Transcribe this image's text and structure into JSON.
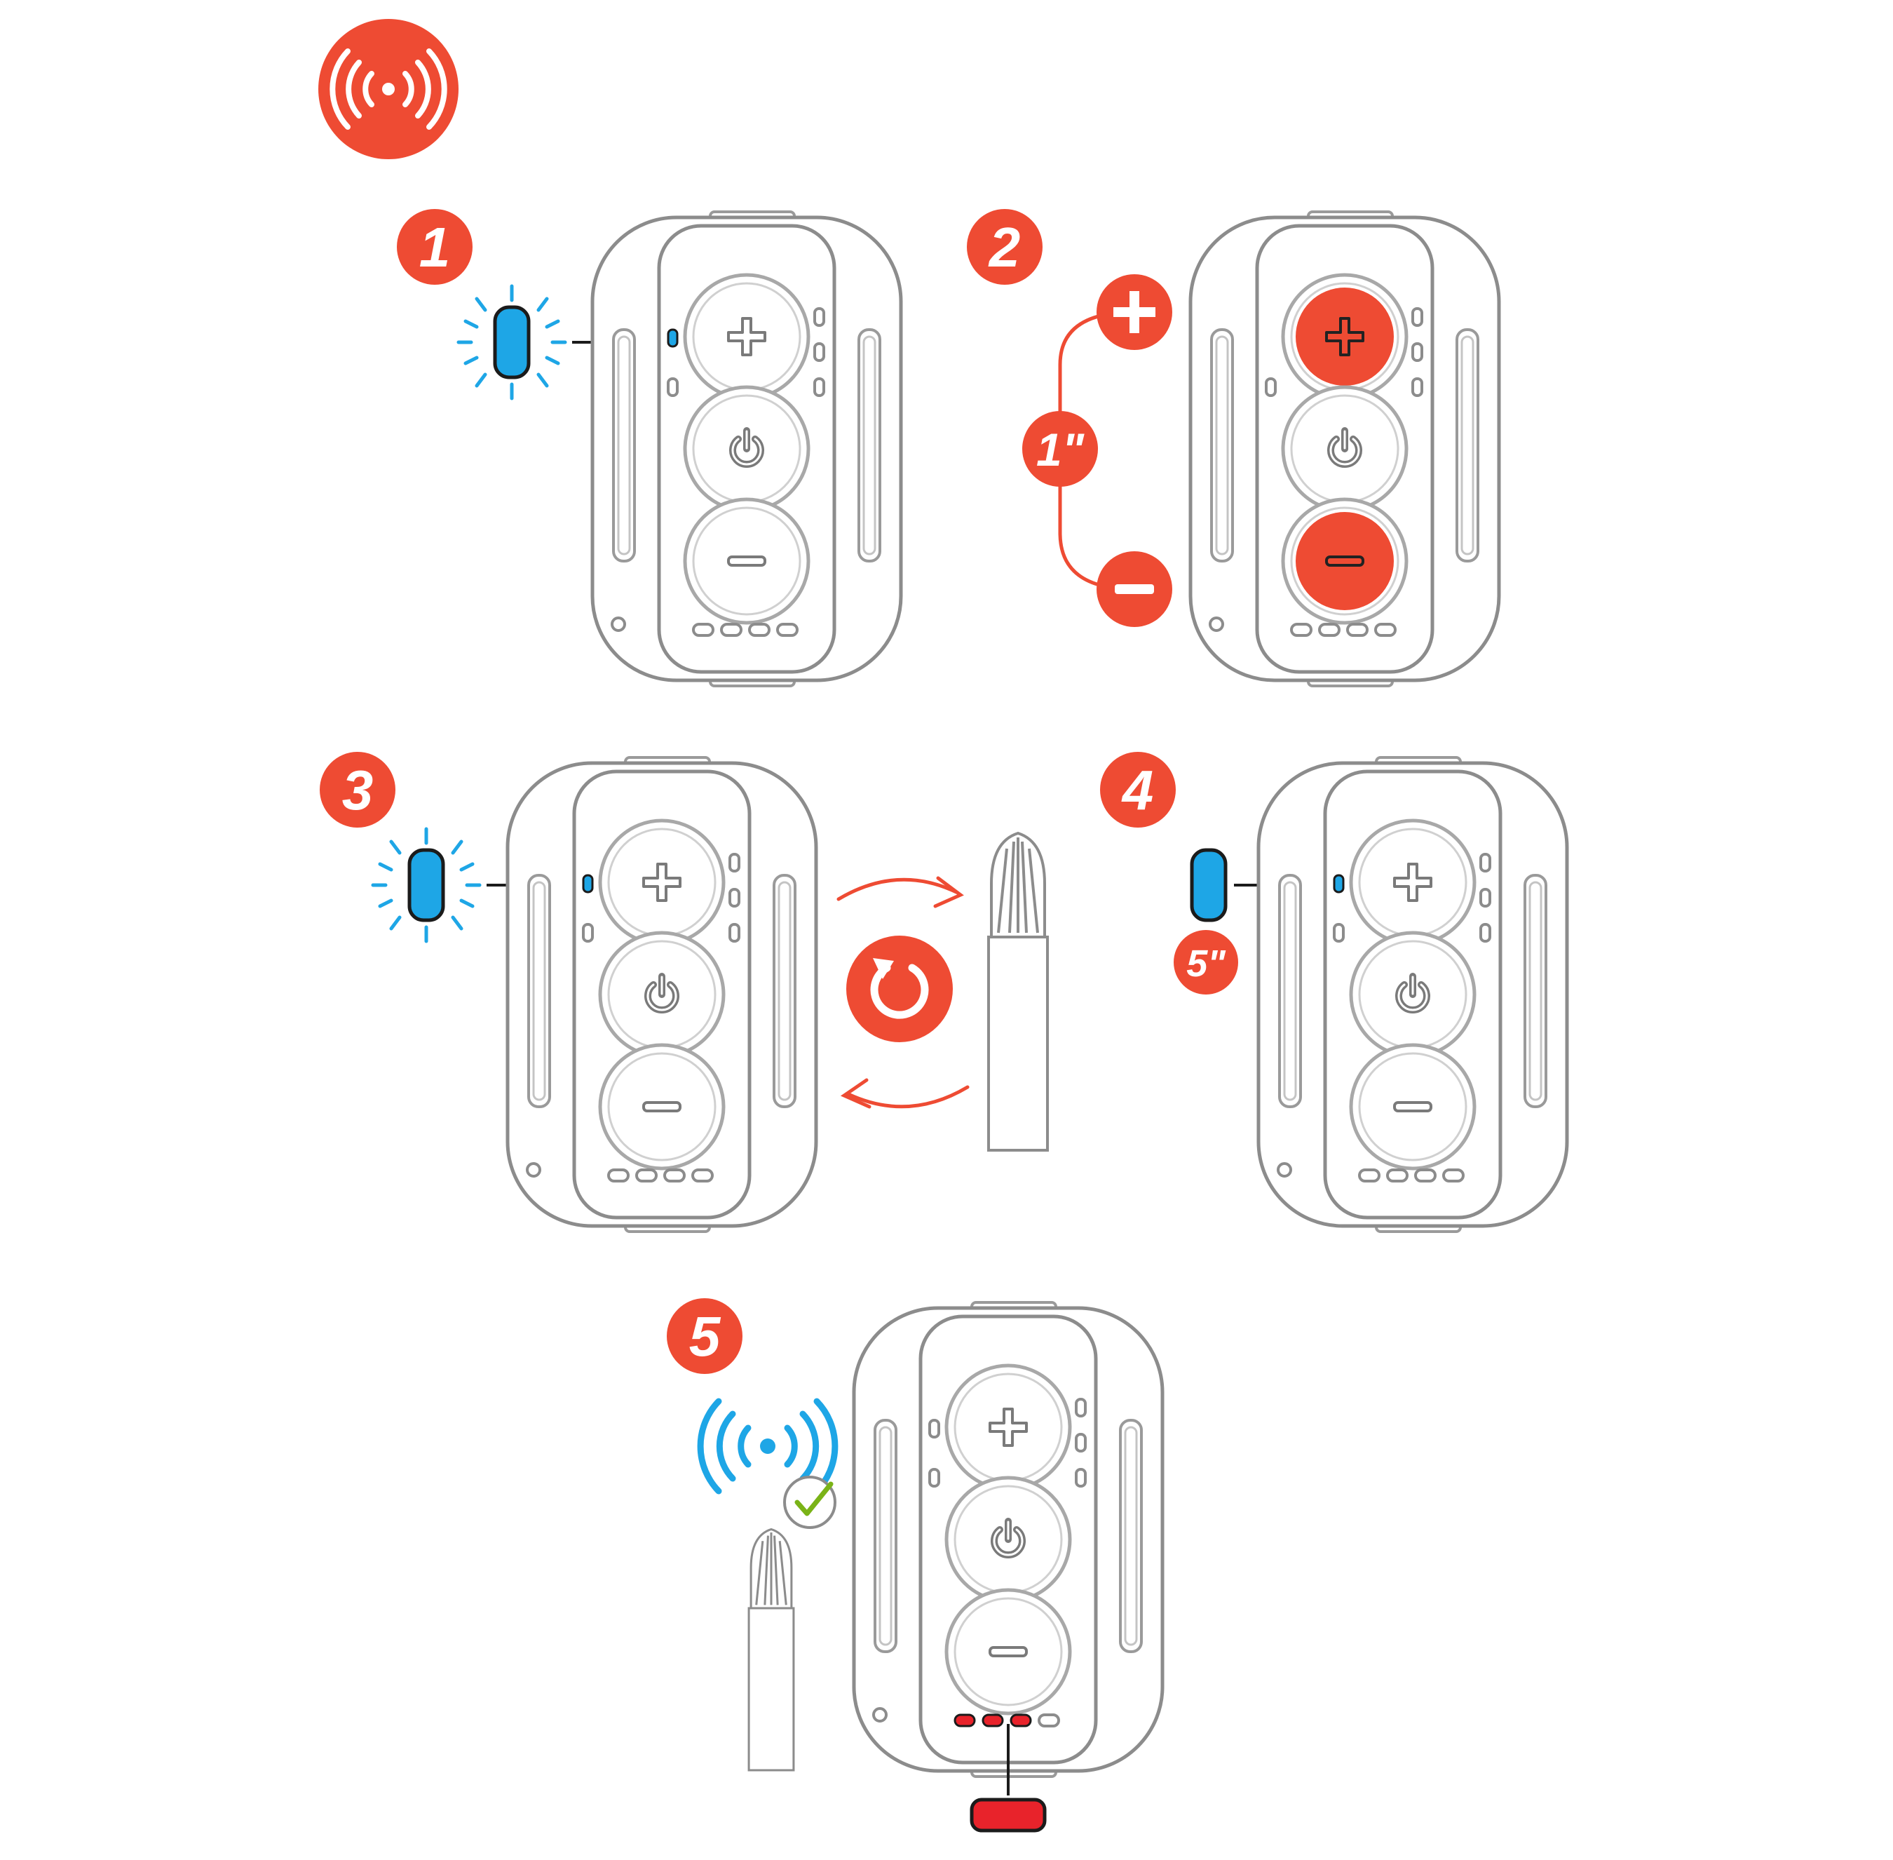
{
  "colors": {
    "accent_red": "#ee4b33",
    "led_blue": "#1ea6e6",
    "outline": "#888888",
    "outline_light": "#b5b5b5",
    "led_red": "#e8232b",
    "check_green": "#7ab317"
  },
  "header_icon": "wireless-broadcast-icon",
  "steps": [
    {
      "number": "1"
    },
    {
      "number": "2",
      "duration": "1\""
    },
    {
      "number": "3"
    },
    {
      "number": "4",
      "duration": "5\""
    },
    {
      "number": "5"
    }
  ],
  "icons": {
    "plus": "plus-icon",
    "minus": "minus-icon",
    "power": "power-icon",
    "refresh": "refresh-icon",
    "check": "checkmark-icon",
    "wireless": "wireless-broadcast-icon"
  }
}
